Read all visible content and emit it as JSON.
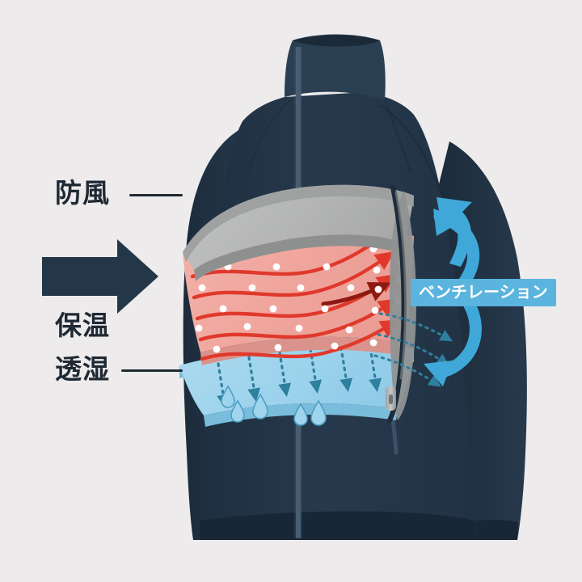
{
  "figure": {
    "kind": "apparel-cutaway-diagram",
    "background_color": "#edebeb",
    "subject": "jacket",
    "jacket_color": "#25394d",
    "jacket_shadow_color": "#1b2b3b",
    "zipper_color": "#4a6076"
  },
  "labels": {
    "windproof": "防風",
    "insulation": "保温",
    "breathable": "透湿"
  },
  "badges": {
    "ventilation": "ベンチレーション"
  },
  "layers": [
    {
      "name": "windproof-shell",
      "label": "防風",
      "color": "#b6b7b7",
      "edge_color": "#8e9090"
    },
    {
      "name": "insulation-layer",
      "label": "保温",
      "color": "#f0a9a1",
      "edge_color": "#d9938c",
      "arrow_color": "#e0392c",
      "dot_color": "#ffffff"
    },
    {
      "name": "breathable-membrane",
      "label": "透湿",
      "color": "#a3d6ee",
      "edge_color": "#79bcdb",
      "arrow_color": "#2f7f9e"
    }
  ],
  "colors": {
    "wind_arrow": "#243749",
    "vent_arrow": "#3fa8d8",
    "vent_badge_bg": "#5ab4de",
    "vent_badge_text": "#ffffff",
    "heat_arrow": "#e0392c",
    "vapor_arrow": "#2f7f9e",
    "droplet": "#9ed4ec",
    "droplet_edge": "#4e9ec4",
    "text": "#1f2933"
  },
  "elements": {
    "wind_arrow_direction": "right",
    "heat_arrow_count": 5,
    "vapor_arrow_count": 6,
    "droplet_count": 5,
    "ventilation_cycle": "circular"
  }
}
